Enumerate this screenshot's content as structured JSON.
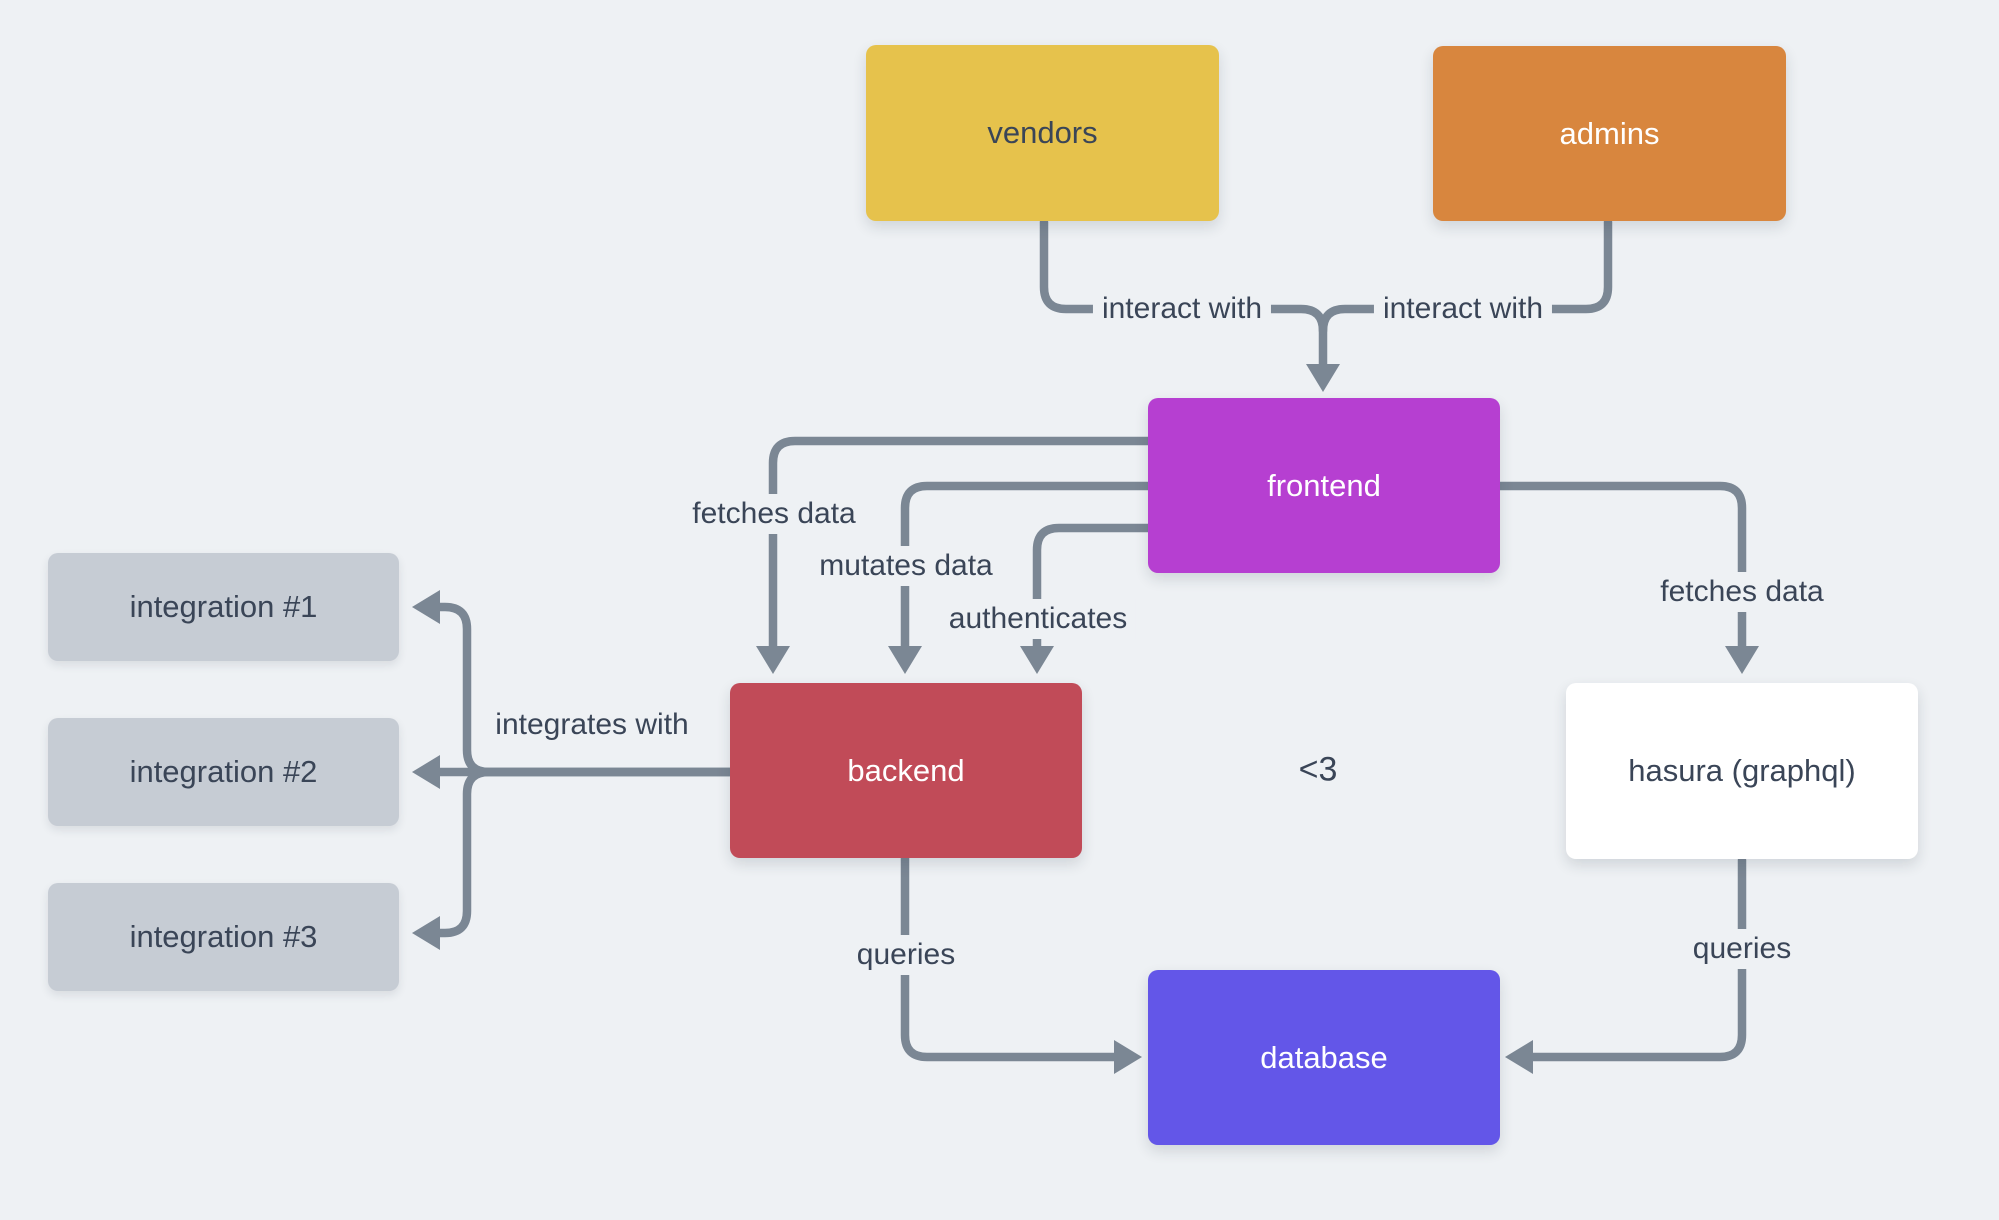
{
  "diagram": {
    "nodes": {
      "vendors": {
        "label": "vendors"
      },
      "admins": {
        "label": "admins"
      },
      "frontend": {
        "label": "frontend"
      },
      "backend": {
        "label": "backend"
      },
      "hasura": {
        "label": "hasura (graphql)"
      },
      "database": {
        "label": "database"
      },
      "integration1": {
        "label": "integration #1"
      },
      "integration2": {
        "label": "integration #2"
      },
      "integration3": {
        "label": "integration #3"
      }
    },
    "edges": {
      "vendors_frontend": {
        "from": "vendors",
        "to": "frontend",
        "label": "interact with"
      },
      "admins_frontend": {
        "from": "admins",
        "to": "frontend",
        "label": "interact with"
      },
      "frontend_backend_fetch": {
        "from": "frontend",
        "to": "backend",
        "label": "fetches data"
      },
      "frontend_backend_mutate": {
        "from": "frontend",
        "to": "backend",
        "label": "mutates data"
      },
      "frontend_backend_auth": {
        "from": "frontend",
        "to": "backend",
        "label": "authenticates"
      },
      "frontend_hasura": {
        "from": "frontend",
        "to": "hasura",
        "label": "fetches data"
      },
      "backend_integrations": {
        "from": "backend",
        "to": "integration1, integration2, integration3",
        "label": "integrates with"
      },
      "backend_database": {
        "from": "backend",
        "to": "database",
        "label": "queries"
      },
      "hasura_database": {
        "from": "hasura",
        "to": "database",
        "label": "queries"
      }
    },
    "floating_text": "<3"
  },
  "colors": {
    "bg": "#eef1f4",
    "edge": "#7b8794",
    "label-text": "#3a4557",
    "node-vendors": "#e6c24c",
    "node-admins": "#d8863e",
    "node-frontend": "#b63fd1",
    "node-backend": "#c14b58",
    "node-hasura": "#ffffff",
    "node-database": "#6356e8",
    "node-integration": "#c6ccd4",
    "node-text-light": "#ffffff",
    "node-text-dark": "#3a4557"
  }
}
